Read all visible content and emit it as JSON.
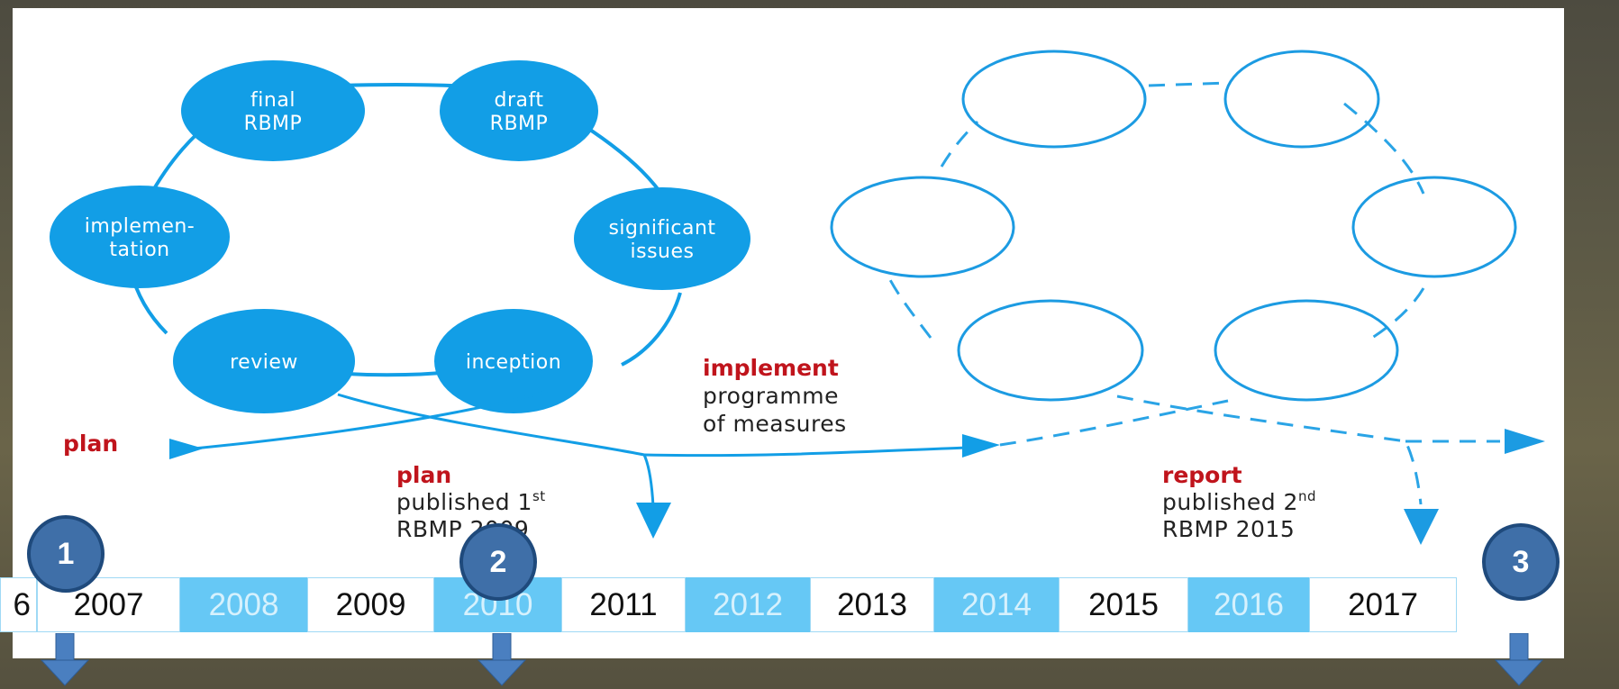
{
  "cycle_nodes": {
    "final": "final\nRBMP",
    "draft": "draft\nRBMP",
    "implementation": "implemen-\ntation",
    "significant": "significant\nissues",
    "review": "review",
    "inception": "inception"
  },
  "captions": {
    "plan_in": "plan",
    "implement_title": "implement",
    "implement_l1": "programme",
    "implement_l2": "of measures",
    "plan_pub_title": "plan",
    "plan_pub_l1": "published 1",
    "plan_pub_sup": "st",
    "plan_pub_l2": "RBMP 2009",
    "report_title": "report",
    "report_l1": "published 2",
    "report_sup": "nd",
    "report_l2": "RBMP 2015"
  },
  "timeline": {
    "years": [
      {
        "label": "6",
        "style": "white"
      },
      {
        "label": "2007",
        "style": "white"
      },
      {
        "label": "2008",
        "style": "blue"
      },
      {
        "label": "2009",
        "style": "white"
      },
      {
        "label": "2010",
        "style": "blue"
      },
      {
        "label": "2011",
        "style": "white"
      },
      {
        "label": "2012",
        "style": "blue"
      },
      {
        "label": "2013",
        "style": "white"
      },
      {
        "label": "2014",
        "style": "blue"
      },
      {
        "label": "2015",
        "style": "white"
      },
      {
        "label": "2016",
        "style": "blue"
      },
      {
        "label": "2017",
        "style": "white"
      }
    ],
    "markers": [
      "1",
      "2",
      "3"
    ]
  },
  "colors": {
    "cycle_blue": "#129ee6",
    "timeline_blue": "#66c8f5",
    "marker_fill": "#3f6fa8",
    "caption_red": "#c0141c"
  }
}
